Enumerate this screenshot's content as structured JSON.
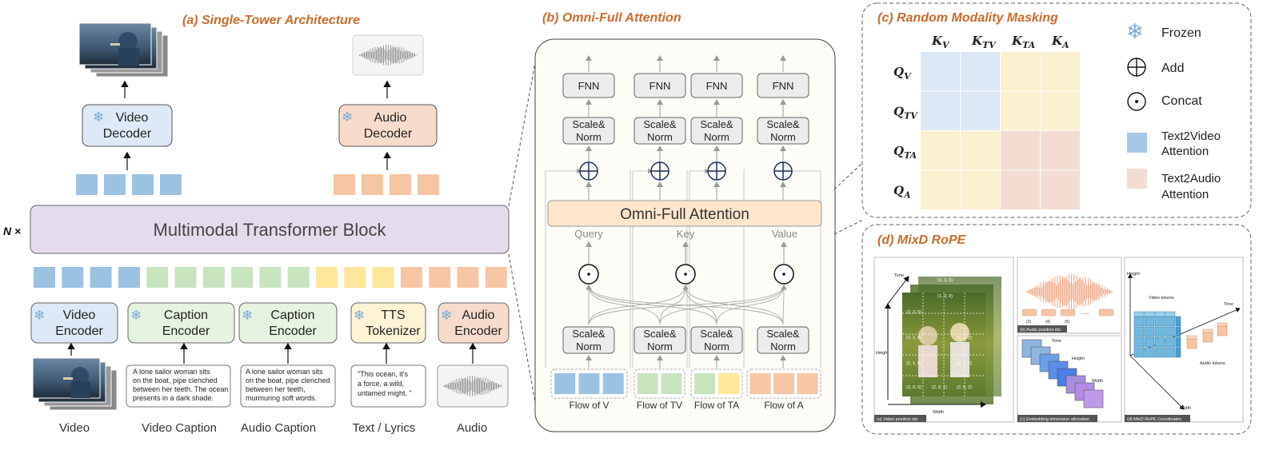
{
  "panel_a": {
    "title": "(a) Single-Tower Architecture",
    "video_decoder": [
      "Video",
      "Decoder"
    ],
    "audio_decoder": [
      "Audio",
      "Decoder"
    ],
    "transformer": "Multimodal Transformer Block",
    "n_label": "N ×",
    "encoders": [
      {
        "l1": "Video",
        "l2": "Encoder"
      },
      {
        "l1": "Caption",
        "l2": "Encoder"
      },
      {
        "l1": "Caption",
        "l2": "Encoder"
      },
      {
        "l1": "TTS",
        "l2": "Tokenizer"
      },
      {
        "l1": "Audio",
        "l2": "Encoder"
      }
    ],
    "caption_video": [
      "A lone sailor woman sits",
      "on the boat, pipe clenched",
      "between her teeth. The ocean",
      "presents in a dark shade."
    ],
    "caption_audio": [
      "A lone sailor woman sits",
      "on the boat, pipe clenched",
      "between her teeth,",
      "murmuring soft words."
    ],
    "lyrics": [
      "\"This ocean, it's",
      "a force, a wild,",
      "untamed might. \""
    ],
    "bottom_labels": [
      "Video",
      "Video Caption",
      "Audio Caption",
      "Text / Lyrics",
      "Audio"
    ]
  },
  "panel_b": {
    "title": "(b) Omni-Full Attention",
    "fnn": "FNN",
    "scale_norm": [
      "Scale&",
      "Norm"
    ],
    "attention": "Omni-Full Attention",
    "qkv": [
      "Query",
      "Key",
      "Value"
    ],
    "flows": [
      "Flow of V",
      "Flow of TV",
      "Flow of TA",
      "Flow of A"
    ]
  },
  "panel_c": {
    "title": "(c) Random Modality Masking",
    "k_labels": [
      {
        "b": "K",
        "s": "V"
      },
      {
        "b": "K",
        "s": "TV"
      },
      {
        "b": "K",
        "s": "TA"
      },
      {
        "b": "K",
        "s": "A"
      }
    ],
    "q_labels": [
      {
        "b": "Q",
        "s": "V"
      },
      {
        "b": "Q",
        "s": "TV"
      },
      {
        "b": "Q",
        "s": "TA"
      },
      {
        "b": "Q",
        "s": "A"
      }
    ],
    "legend": {
      "frozen": "Frozen",
      "add": "Add",
      "concat": "Concat",
      "t2v": [
        "Text2Video",
        "Attention"
      ],
      "t2a": [
        "Text2Audio",
        "Attention"
      ]
    },
    "colors": {
      "blue": "#dce8f5",
      "yellow": "#fbf0cf",
      "pink": "#f3ddd2"
    }
  },
  "panel_d": {
    "title": "(d) MixD RoPE",
    "video_coords": [
      "(0, 3, 0)",
      "(1, 3, 0)",
      "(2, 3, 0)",
      "(2, 2, 0)",
      "(2, 1, 0)",
      "(2, 0, 0)",
      "(2, 0, 1)",
      "(2, 0, 2)",
      "(2, 1, 2)",
      "(2, 2, 2)"
    ],
    "axes_a": [
      "Time",
      "Height",
      "Width"
    ],
    "caption_a": "(a) Video position ids",
    "audio_ids": [
      "(2)",
      "(4)",
      "(5)"
    ],
    "caption_b": "(b) Audio position ids",
    "axes_c": [
      "Time",
      "Height",
      "Width"
    ],
    "caption_c": "(c) Embedding dimension allocation",
    "video_tokens": "Video tokens",
    "audio_tokens": "Audio tokens",
    "axes_d": [
      "Height",
      "Time",
      "Width"
    ],
    "caption_d": "(d) MixD RoPE Coordinates"
  }
}
